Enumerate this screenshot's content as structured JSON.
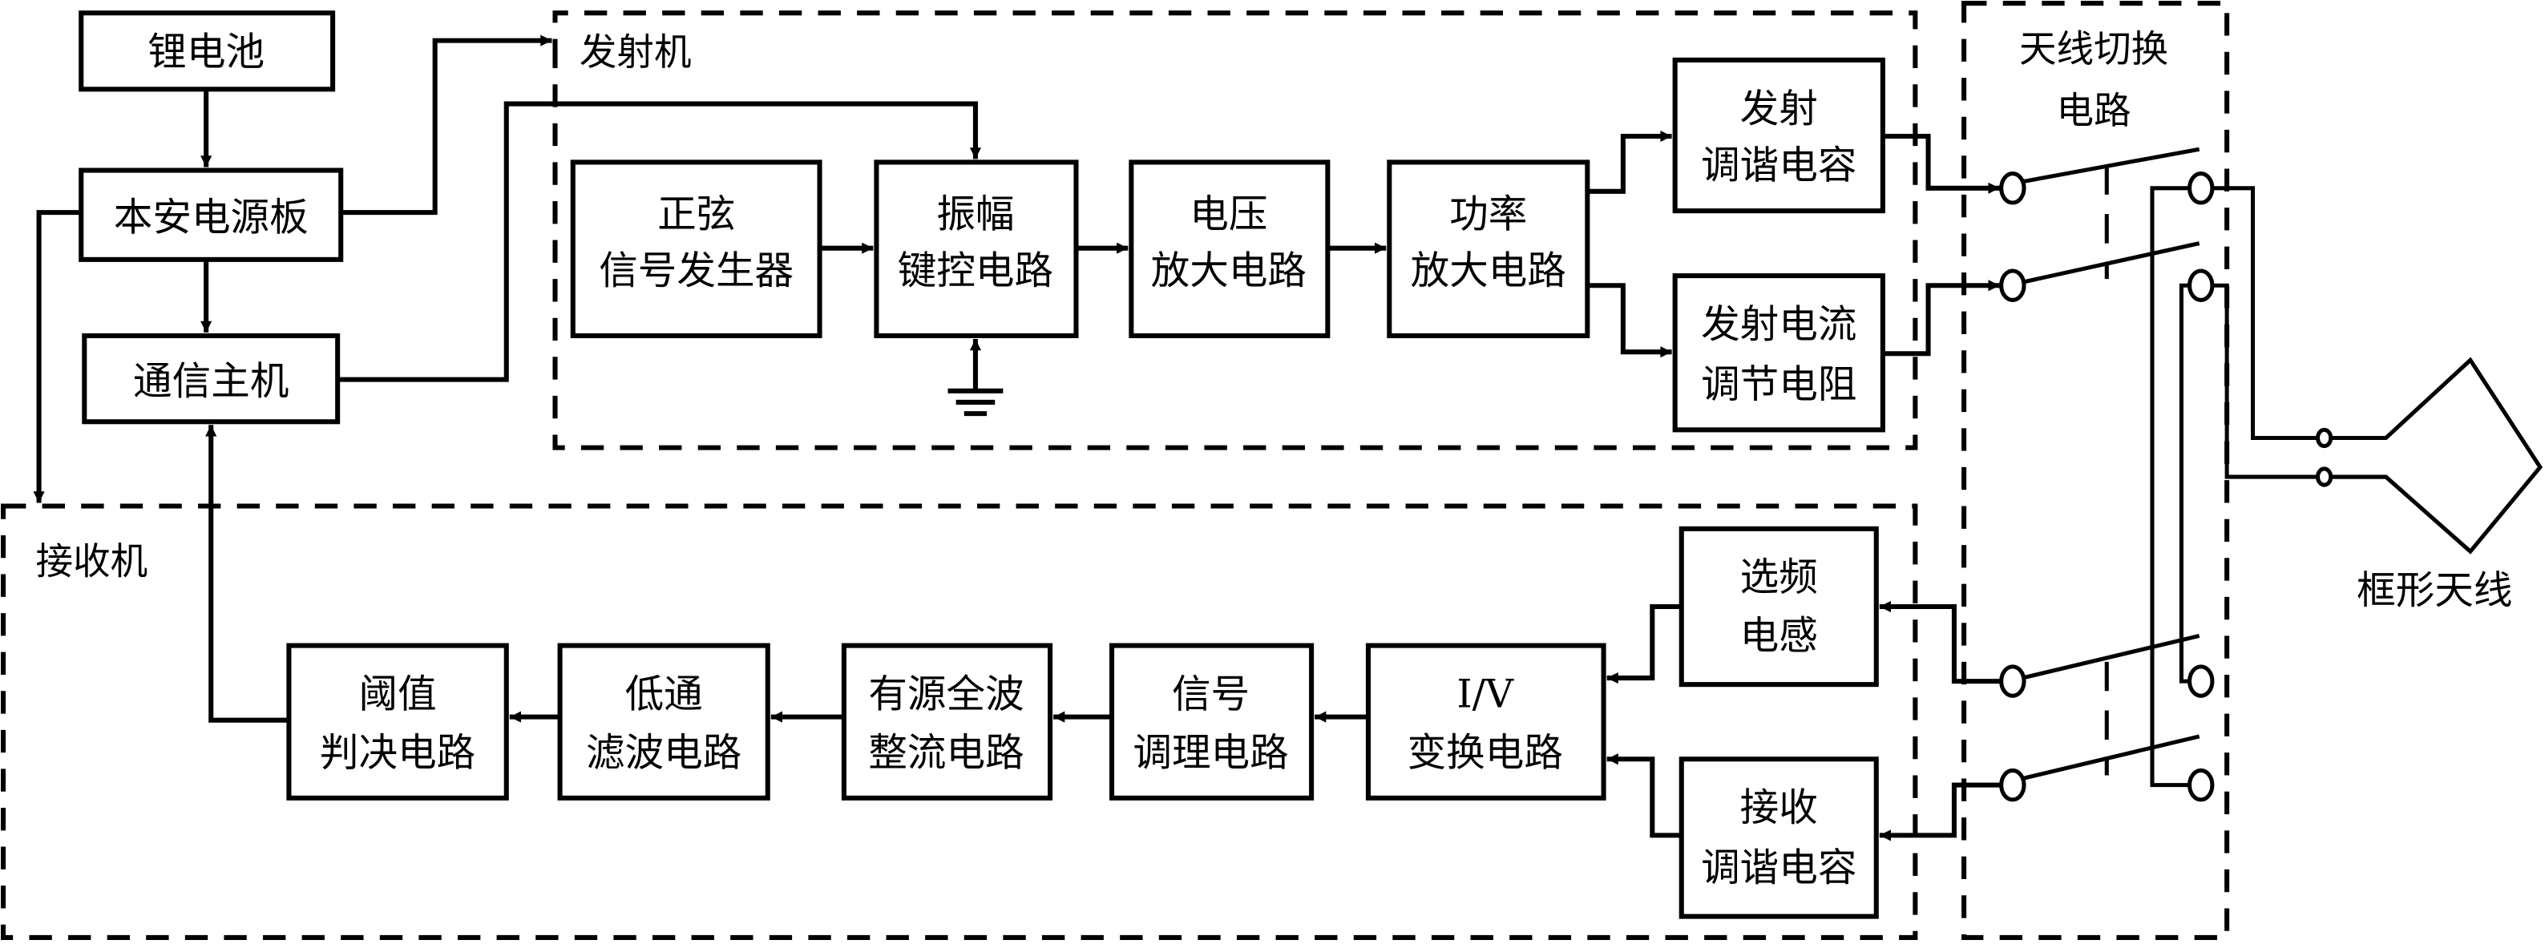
{
  "diagram": {
    "type": "block-diagram",
    "power": {
      "battery": "锂电池",
      "power_board": "本安电源板",
      "host": "通信主机"
    },
    "transmitter": {
      "title": "发射机",
      "blocks": {
        "sine": [
          "正弦",
          "信号发生器"
        ],
        "ask": [
          "振幅",
          "键控电路"
        ],
        "vamp": [
          "电压",
          "放大电路"
        ],
        "pamp": [
          "功率",
          "放大电路"
        ],
        "tx_cap": [
          "发射",
          "调谐电容"
        ],
        "tx_res": [
          "发射电流",
          "调节电阻"
        ]
      }
    },
    "switch": {
      "title": [
        "天线切换",
        "电路"
      ]
    },
    "antenna": {
      "label": "框形天线"
    },
    "receiver": {
      "title": "接收机",
      "blocks": {
        "threshold": [
          "阈值",
          "判决电路"
        ],
        "lpf": [
          "低通",
          "滤波电路"
        ],
        "rect": [
          "有源全波",
          "整流电路"
        ],
        "cond": [
          "信号",
          "调理电路"
        ],
        "iv": [
          "I/V",
          "变换电路"
        ],
        "inductor": [
          "选频",
          "电感"
        ],
        "rx_cap": [
          "接收",
          "调谐电容"
        ]
      }
    },
    "connections": [
      {
        "from": "锂电池",
        "to": "本安电源板"
      },
      {
        "from": "本安电源板",
        "to": "通信主机"
      },
      {
        "from": "本安电源板",
        "to": "发射机"
      },
      {
        "from": "本安电源板",
        "to": "接收机"
      },
      {
        "from": "通信主机",
        "to": "振幅键控电路"
      },
      {
        "from": "正弦信号发生器",
        "to": "振幅键控电路"
      },
      {
        "from": "振幅键控电路",
        "to": "电压放大电路"
      },
      {
        "from": "电压放大电路",
        "to": "功率放大电路"
      },
      {
        "from": "功率放大电路",
        "to": "发射调谐电容"
      },
      {
        "from": "功率放大电路",
        "to": "发射电流调节电阻"
      },
      {
        "from": "发射调谐电容",
        "to": "天线切换电路"
      },
      {
        "from": "发射电流调节电阻",
        "to": "天线切换电路"
      },
      {
        "from": "天线切换电路",
        "to": "框形天线"
      },
      {
        "from": "天线切换电路",
        "to": "选频电感"
      },
      {
        "from": "天线切换电路",
        "to": "接收调谐电容"
      },
      {
        "from": "选频电感",
        "to": "I/V变换电路"
      },
      {
        "from": "接收调谐电容",
        "to": "I/V变换电路"
      },
      {
        "from": "I/V变换电路",
        "to": "信号调理电路"
      },
      {
        "from": "信号调理电路",
        "to": "有源全波整流电路"
      },
      {
        "from": "有源全波整流电路",
        "to": "低通滤波电路"
      },
      {
        "from": "低通滤波电路",
        "to": "阈值判决电路"
      },
      {
        "from": "阈值判决电路",
        "to": "通信主机"
      }
    ]
  }
}
